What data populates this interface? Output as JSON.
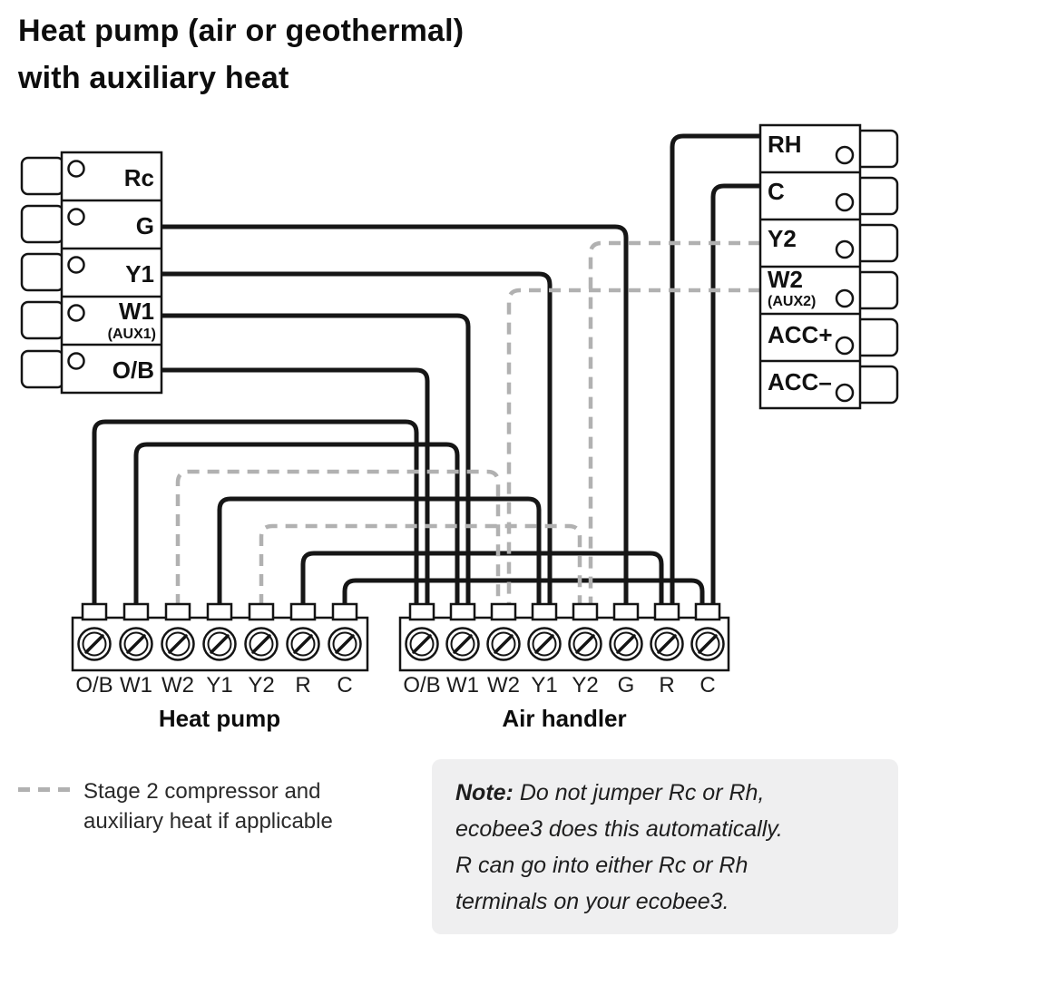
{
  "title": {
    "line1": "Heat pump (air or geothermal)",
    "line2": "with auxiliary heat"
  },
  "thermostat_left": {
    "terminals": [
      {
        "label": "Rc"
      },
      {
        "label": "G"
      },
      {
        "label": "Y1"
      },
      {
        "label": "W1",
        "sublabel": "(AUX1)"
      },
      {
        "label": "O/B"
      }
    ]
  },
  "thermostat_right": {
    "terminals": [
      {
        "label": "RH"
      },
      {
        "label": "C"
      },
      {
        "label": "Y2"
      },
      {
        "label": "W2",
        "sublabel": "(AUX2)"
      },
      {
        "label": "ACC+"
      },
      {
        "label": "ACC–"
      }
    ]
  },
  "heat_pump": {
    "title": "Heat pump",
    "terminals": [
      "O/B",
      "W1",
      "W2",
      "Y1",
      "Y2",
      "R",
      "C"
    ]
  },
  "air_handler": {
    "title": "Air handler",
    "terminals": [
      "O/B",
      "W1",
      "W2",
      "Y1",
      "Y2",
      "G",
      "R",
      "C"
    ]
  },
  "legend": {
    "line1": "Stage 2 compressor and",
    "line2": "auxiliary heat if applicable"
  },
  "note": {
    "prefix": "Note:",
    "line1": "Do not jumper Rc or Rh,",
    "line2": "ecobee3 does this automatically.",
    "line3": "R can go into either Rc or Rh",
    "line4": "terminals on your ecobee3."
  },
  "connections": [
    {
      "from": "thermostat G",
      "to": "air handler G",
      "style": "solid"
    },
    {
      "from": "thermostat Y1",
      "to": "air handler Y1",
      "style": "solid"
    },
    {
      "from": "thermostat W1 (AUX1)",
      "to": "air handler W1",
      "style": "solid"
    },
    {
      "from": "thermostat O/B",
      "to": "air handler O/B",
      "style": "solid"
    },
    {
      "from": "thermostat RH",
      "to": "air handler R",
      "style": "solid"
    },
    {
      "from": "thermostat C",
      "to": "air handler C",
      "style": "solid"
    },
    {
      "from": "thermostat Y2",
      "to": "air handler Y2",
      "style": "dashed"
    },
    {
      "from": "thermostat W2 (AUX2)",
      "to": "air handler W2",
      "style": "dashed"
    },
    {
      "from": "heat pump O/B",
      "to": "air handler O/B",
      "style": "solid"
    },
    {
      "from": "heat pump W1",
      "to": "air handler W1",
      "style": "solid"
    },
    {
      "from": "heat pump W2",
      "to": "air handler W2",
      "style": "dashed"
    },
    {
      "from": "heat pump Y1",
      "to": "air handler Y1",
      "style": "solid"
    },
    {
      "from": "heat pump Y2",
      "to": "air handler Y2",
      "style": "dashed"
    },
    {
      "from": "heat pump R",
      "to": "air handler R",
      "style": "solid"
    },
    {
      "from": "heat pump C",
      "to": "air handler C",
      "style": "solid"
    }
  ],
  "colors": {
    "wire": "#161616",
    "dashed_wire": "#b1b1b1",
    "note_bg": "#efeff0"
  }
}
